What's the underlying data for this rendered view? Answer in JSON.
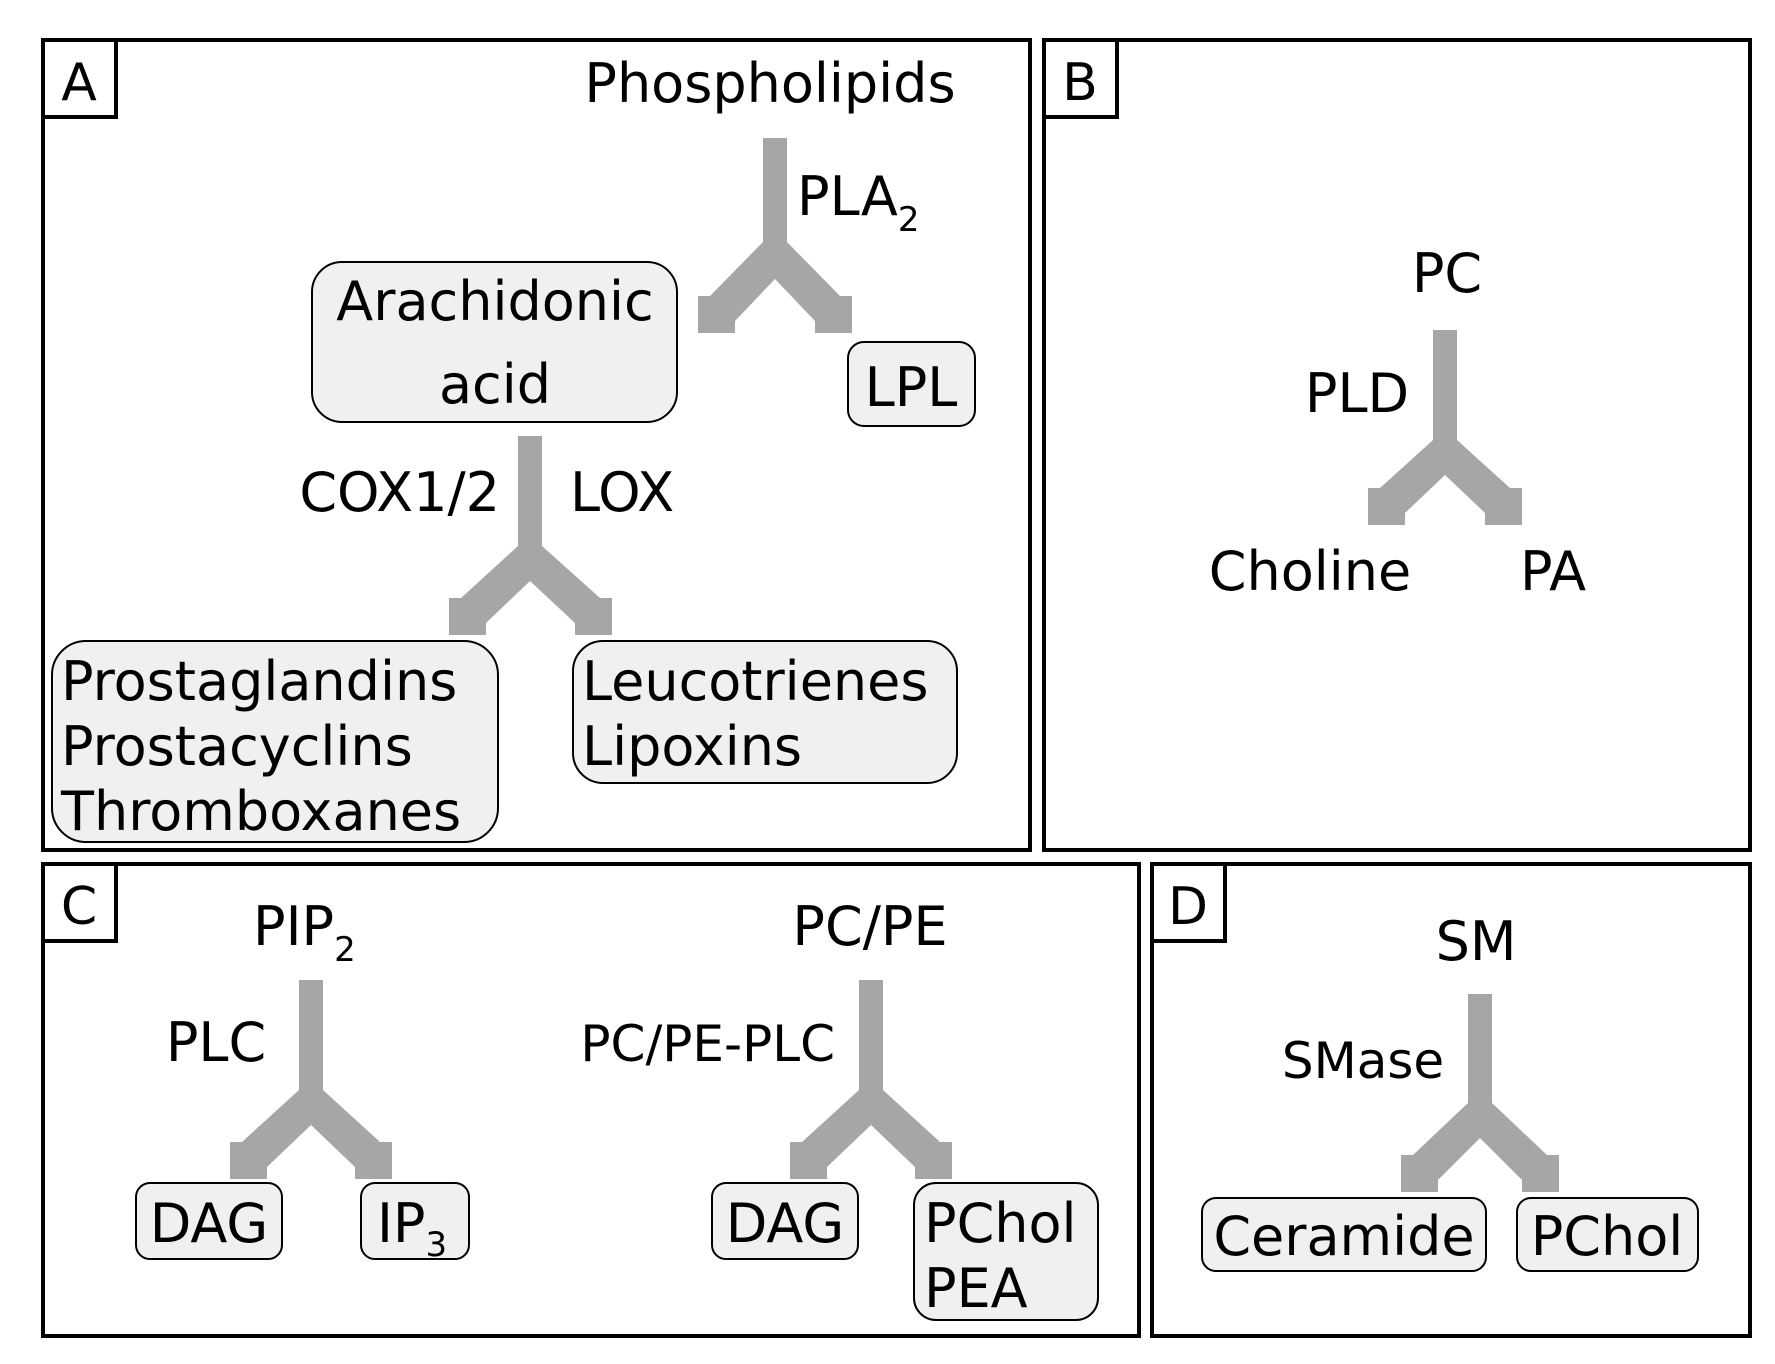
{
  "panels": {
    "a": {
      "tag": "A",
      "substrate": "Phospholipids",
      "enzyme": "PLA",
      "enzyme_subscript": "2",
      "product_left_line1": "Arachidonic",
      "product_left_line2": "acid",
      "product_right": "LPL",
      "enzyme_left": "COX1/2",
      "enzyme_right": "LOX",
      "cox_products": [
        "Prostaglandins",
        "Prostacyclins",
        "Thromboxanes"
      ],
      "lox_products": [
        "Leucotrienes",
        "Lipoxins"
      ]
    },
    "b": {
      "tag": "B",
      "substrate": "PC",
      "enzyme": "PLD",
      "product_left": "Choline",
      "product_right": "PA"
    },
    "c": {
      "tag": "C",
      "left": {
        "substrate": "PIP",
        "substrate_subscript": "2",
        "enzyme": "PLC",
        "product_left": "DAG",
        "product_right": "IP",
        "product_right_subscript": "3"
      },
      "right": {
        "substrate": "PC/PE",
        "enzyme": "PC/PE-PLC",
        "product_left": "DAG",
        "product_right_line1": "PChol",
        "product_right_line2": "PEA"
      }
    },
    "d": {
      "tag": "D",
      "substrate": "SM",
      "enzyme": "SMase",
      "product_left": "Ceramide",
      "product_right": "PChol"
    }
  },
  "colors": {
    "arrow": "#a6a6a6",
    "node_fill": "#f0f0f0",
    "frame": "#000000"
  },
  "icons": {
    "branch_arrow": "split-arrow-icon"
  }
}
